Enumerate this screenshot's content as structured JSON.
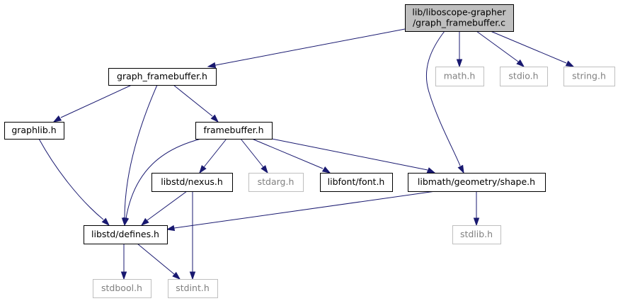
{
  "diagram": {
    "nodes": [
      {
        "id": "graph_framebuffer_c",
        "lines": [
          "lib/liboscope-grapher",
          "/graph_framebuffer.c"
        ],
        "kind": "main"
      },
      {
        "id": "graph_framebuffer_h",
        "lines": [
          "graph_framebuffer.h"
        ],
        "kind": "doc"
      },
      {
        "id": "math_h",
        "lines": [
          "math.h"
        ],
        "kind": "ext"
      },
      {
        "id": "stdio_h",
        "lines": [
          "stdio.h"
        ],
        "kind": "ext"
      },
      {
        "id": "string_h",
        "lines": [
          "string.h"
        ],
        "kind": "ext"
      },
      {
        "id": "graphlib_h",
        "lines": [
          "graphlib.h"
        ],
        "kind": "doc"
      },
      {
        "id": "framebuffer_h",
        "lines": [
          "framebuffer.h"
        ],
        "kind": "doc"
      },
      {
        "id": "libstd_nexus_h",
        "lines": [
          "libstd/nexus.h"
        ],
        "kind": "doc"
      },
      {
        "id": "stdarg_h",
        "lines": [
          "stdarg.h"
        ],
        "kind": "ext"
      },
      {
        "id": "libfont_font_h",
        "lines": [
          "libfont/font.h"
        ],
        "kind": "doc"
      },
      {
        "id": "libmath_shape_h",
        "lines": [
          "libmath/geometry/shape.h"
        ],
        "kind": "doc"
      },
      {
        "id": "libstd_defines_h",
        "lines": [
          "libstd/defines.h"
        ],
        "kind": "doc"
      },
      {
        "id": "stdlib_h",
        "lines": [
          "stdlib.h"
        ],
        "kind": "ext"
      },
      {
        "id": "stdbool_h",
        "lines": [
          "stdbool.h"
        ],
        "kind": "ext"
      },
      {
        "id": "stdint_h",
        "lines": [
          "stdint.h"
        ],
        "kind": "ext"
      }
    ],
    "edges": [
      {
        "from": "graph_framebuffer_c",
        "to": "graph_framebuffer_h"
      },
      {
        "from": "graph_framebuffer_c",
        "to": "math_h"
      },
      {
        "from": "graph_framebuffer_c",
        "to": "stdio_h"
      },
      {
        "from": "graph_framebuffer_c",
        "to": "string_h"
      },
      {
        "from": "graph_framebuffer_c",
        "to": "libmath_shape_h"
      },
      {
        "from": "graph_framebuffer_h",
        "to": "graphlib_h"
      },
      {
        "from": "graph_framebuffer_h",
        "to": "framebuffer_h"
      },
      {
        "from": "graph_framebuffer_h",
        "to": "libstd_defines_h"
      },
      {
        "from": "graphlib_h",
        "to": "libstd_defines_h"
      },
      {
        "from": "framebuffer_h",
        "to": "libstd_nexus_h"
      },
      {
        "from": "framebuffer_h",
        "to": "stdarg_h"
      },
      {
        "from": "framebuffer_h",
        "to": "libfont_font_h"
      },
      {
        "from": "framebuffer_h",
        "to": "libmath_shape_h"
      },
      {
        "from": "framebuffer_h",
        "to": "libstd_defines_h"
      },
      {
        "from": "libstd_nexus_h",
        "to": "libstd_defines_h"
      },
      {
        "from": "libstd_nexus_h",
        "to": "stdint_h"
      },
      {
        "from": "libmath_shape_h",
        "to": "libstd_defines_h"
      },
      {
        "from": "libmath_shape_h",
        "to": "stdlib_h"
      },
      {
        "from": "libstd_defines_h",
        "to": "stdbool_h"
      },
      {
        "from": "libstd_defines_h",
        "to": "stdint_h"
      }
    ],
    "colors": {
      "edge": "#191970",
      "main_fill": "#bfbfbf",
      "doc_border": "#000000",
      "ext_border": "#bfbfbf",
      "ext_text": "#808080"
    }
  }
}
